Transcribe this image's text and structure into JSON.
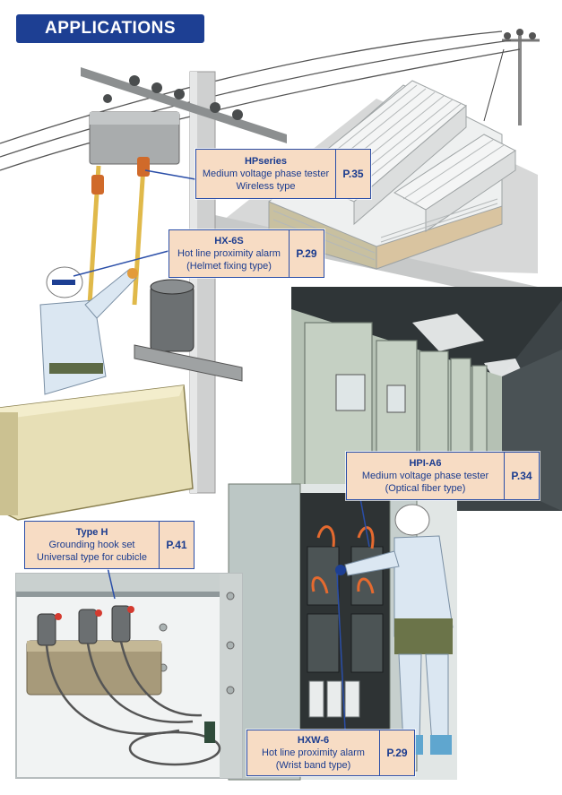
{
  "header": {
    "title": "APPLICATIONS"
  },
  "callouts": {
    "hp_series": {
      "name": "HPseries",
      "line1": "Medium voltage phase tester",
      "line2": "Wireless type",
      "page": "P.35"
    },
    "hx_6s": {
      "name": "HX-6S",
      "line1": "Hot line proximity alarm",
      "line2": "(Helmet fixing type)",
      "page": "P.29"
    },
    "hpi_a6": {
      "name": "HPI-A6",
      "line1": "Medium voltage phase tester",
      "line2": "(Optical fiber type)",
      "page": "P.34"
    },
    "type_h": {
      "name": "Type H",
      "line1": "Grounding hook set",
      "line2": "Universal type for cubicle",
      "page": "P.41"
    },
    "hxw_6": {
      "name": "HXW-6",
      "line1": "Hot line proximity alarm",
      "line2": "(Wrist band type)",
      "page": "P.29"
    }
  },
  "colors": {
    "header_bg": "#1d3f93",
    "callout_fill": "#f7dcc4",
    "callout_border": "#2a4ea8",
    "callout_text": "#1a3b8f"
  }
}
